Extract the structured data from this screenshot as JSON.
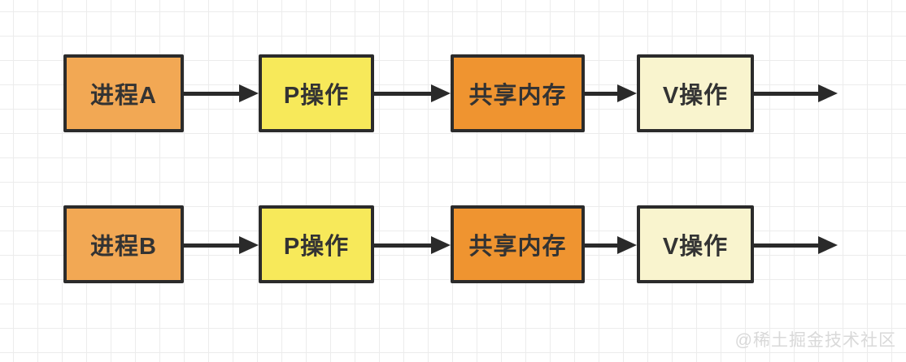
{
  "diagram": {
    "title_semantic": "shared-memory-pv-operation-flow",
    "rows": [
      {
        "name": "process-a-flow",
        "boxes": [
          {
            "label": "进程A",
            "fill": "#F2A854"
          },
          {
            "label": "P操作",
            "fill": "#F7E95A"
          },
          {
            "label": "共享内存",
            "fill": "#EF9430"
          },
          {
            "label": "V操作",
            "fill": "#F9F4CE"
          }
        ]
      },
      {
        "name": "process-b-flow",
        "boxes": [
          {
            "label": "进程B",
            "fill": "#F2A854"
          },
          {
            "label": "P操作",
            "fill": "#F7E95A"
          },
          {
            "label": "共享内存",
            "fill": "#EF9430"
          },
          {
            "label": "V操作",
            "fill": "#F9F4CE"
          }
        ]
      }
    ],
    "colors": {
      "border": "#2b2b2b",
      "arrow": "#2a2a2a",
      "grid_line": "#ececec",
      "background": "#ffffff",
      "text": "#333333",
      "watermark_text": "#d9d9d9"
    },
    "watermark": "@稀土掘金技术社区"
  }
}
